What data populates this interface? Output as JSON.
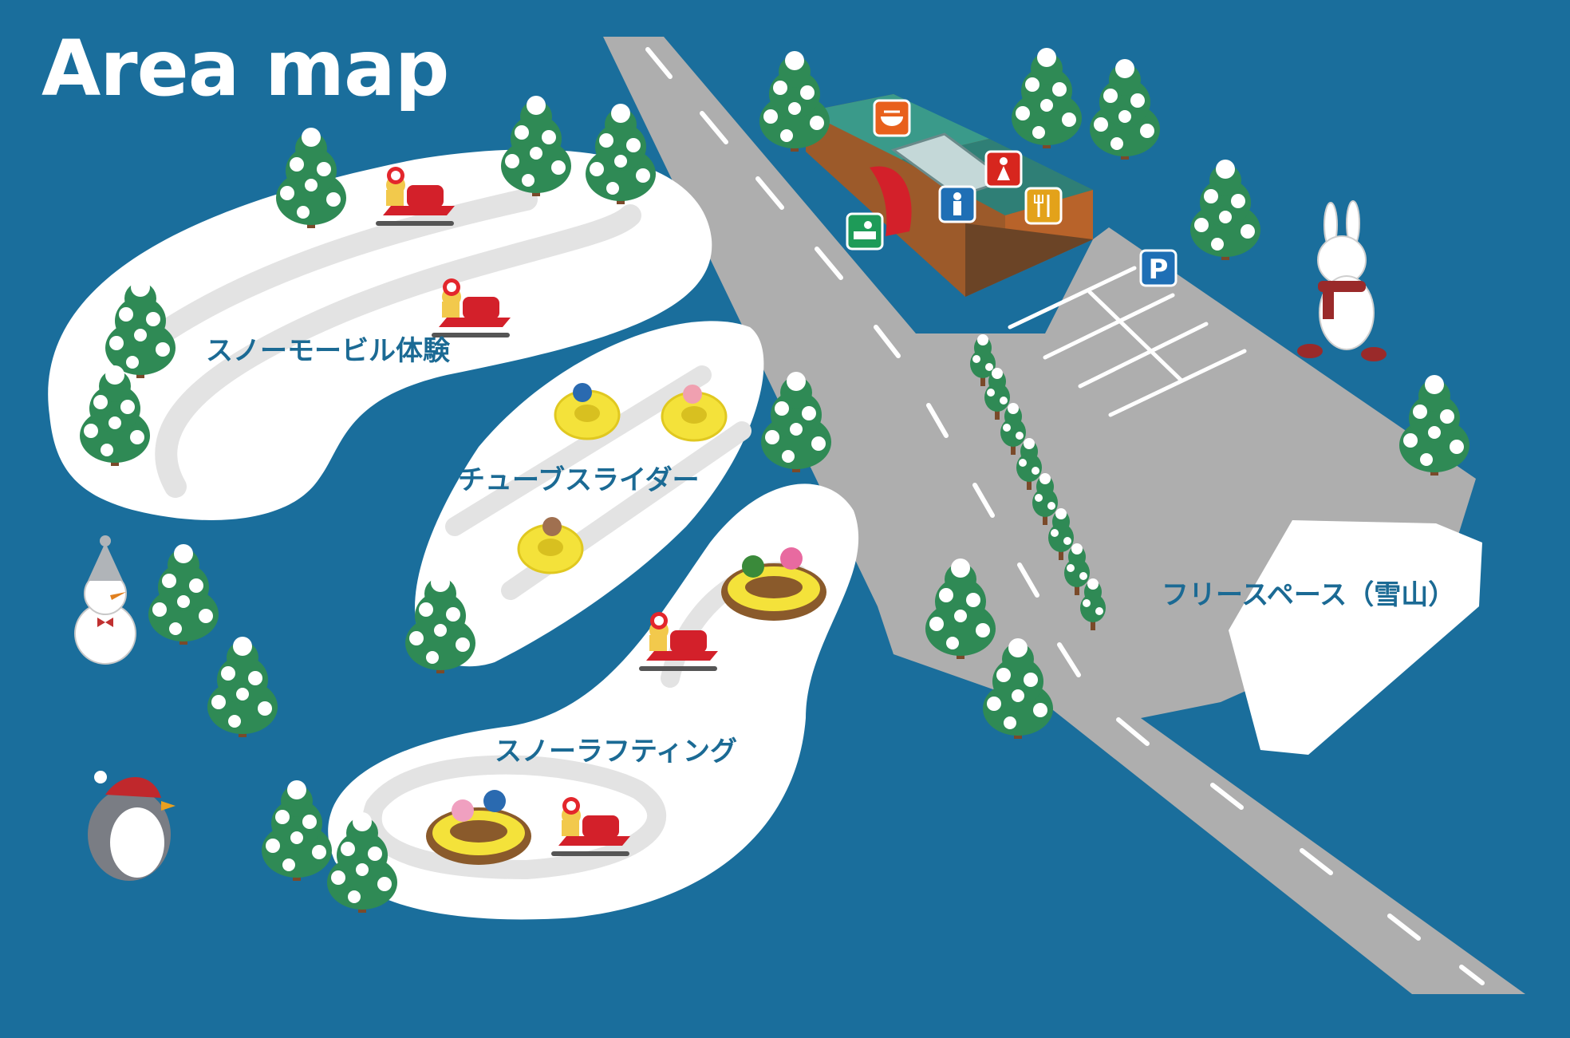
{
  "map": {
    "title": "Area map",
    "areas": {
      "snowmobile": "スノーモービル体験",
      "tube_slider": "チューブスライダー",
      "snow_rafting": "スノーラフティング",
      "free_space": "フリースペース（雪山）"
    },
    "facility_icons": [
      {
        "name": "food-bowl-icon",
        "color": "#e8601c"
      },
      {
        "name": "womens-restroom-icon",
        "color": "#d7261e"
      },
      {
        "name": "mens-restroom-icon",
        "color": "#1f6fb5"
      },
      {
        "name": "restaurant-icon",
        "color": "#e3a21a"
      },
      {
        "name": "reception-icon",
        "color": "#1e9b58"
      }
    ],
    "parking": {
      "label": "P",
      "color": "#1f6fb5"
    },
    "colors": {
      "background": "#1a6e9c",
      "snow": "#ffffff",
      "track": "#e3e3e3",
      "road": "#aeaeae",
      "tree": "#2f8a55",
      "label": "#1b6a94"
    }
  }
}
